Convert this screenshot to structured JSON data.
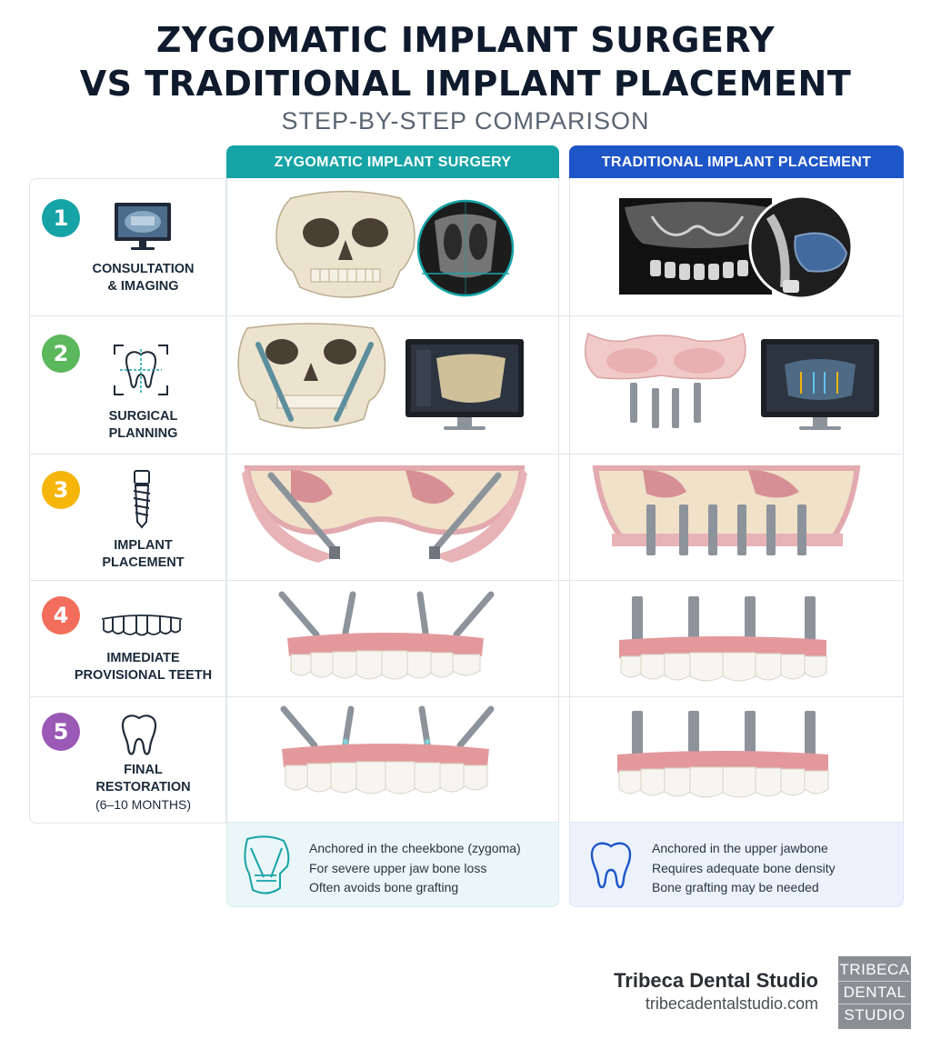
{
  "header": {
    "title_line1": "ZYGOMATIC IMPLANT SURGERY",
    "title_line2": "VS TRADITIONAL IMPLANT PLACEMENT",
    "subtitle": "STEP-BY-STEP COMPARISON"
  },
  "columns": {
    "zygomatic": "ZYGOMATIC IMPLANT SURGERY",
    "traditional": "TRADITIONAL IMPLANT PLACEMENT"
  },
  "colors": {
    "zygomatic": "#16a3a6",
    "traditional": "#1e56c8",
    "step1": "#16a3a6",
    "step2": "#5cb85c",
    "step3": "#f5b50a",
    "step4": "#f26d5b",
    "step5": "#9b59b6"
  },
  "steps": [
    {
      "number": "1",
      "label_line1": "CONSULTATION",
      "label_line2": "& IMAGING",
      "sub": "",
      "icon": "monitor-scan-icon"
    },
    {
      "number": "2",
      "label_line1": "SURGICAL",
      "label_line2": "PLANNING",
      "sub": "",
      "icon": "tooth-target-icon"
    },
    {
      "number": "3",
      "label_line1": "IMPLANT",
      "label_line2": "PLACEMENT",
      "sub": "",
      "icon": "implant-screw-icon"
    },
    {
      "number": "4",
      "label_line1": "IMMEDIATE",
      "label_line2": "PROVISIONAL TEETH",
      "sub": "",
      "icon": "teeth-arch-icon"
    },
    {
      "number": "5",
      "label_line1": "FINAL",
      "label_line2": "RESTORATION",
      "sub": "(6–10 MONTHS)",
      "icon": "tooth-icon"
    }
  ],
  "summary": {
    "zygomatic": [
      "Anchored in the cheekbone (zygoma)",
      "For severe upper jaw bone loss",
      "Often avoids bone grafting"
    ],
    "traditional": [
      "Anchored in the upper jawbone",
      "Requires adequate bone density",
      "Bone grafting may be needed"
    ]
  },
  "brand": {
    "name": "Tribeca Dental Studio",
    "url": "tribecadentalstudio.com",
    "logo_line1": "TRIBECA",
    "logo_line2": "DENTAL",
    "logo_line3": "STUDIO"
  }
}
